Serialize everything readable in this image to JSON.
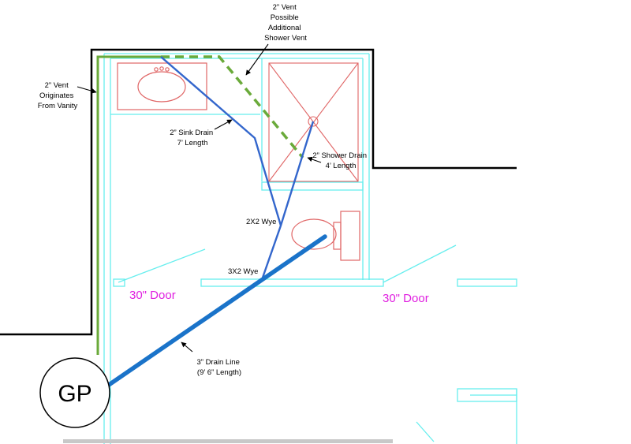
{
  "colors": {
    "wall": "#000000",
    "fixture": "#e06666",
    "framing": "#66eeee",
    "drain": "#3366cc",
    "main_drain": "#1a73c9",
    "vent": "#6aaa3a",
    "door_label": "#e020e0",
    "scrollbar": "#c8c8c8"
  },
  "annotations": {
    "shower_vent": [
      "2” Vent",
      "Possible",
      "Additional",
      "Shower Vent"
    ],
    "vanity_vent": [
      "2” Vent",
      "Originates",
      "From Vanity"
    ],
    "sink_drain": [
      "2” Sink Drain",
      "7’ Length"
    ],
    "shower_drain": [
      "2” Shower Drain",
      "4’ Length"
    ],
    "wye_2x2": "2X2 Wye",
    "wye_3x2": "3X2 Wye",
    "drain_line": [
      "3” Drain Line",
      "(9’ 6” Length)"
    ]
  },
  "doors": {
    "left": "30\" Door",
    "right": "30\" Door"
  },
  "gp_label": "GP",
  "icons": {
    "toilet": "toilet-icon",
    "vanity": "vanity-sink-icon",
    "shower": "shower-icon"
  }
}
